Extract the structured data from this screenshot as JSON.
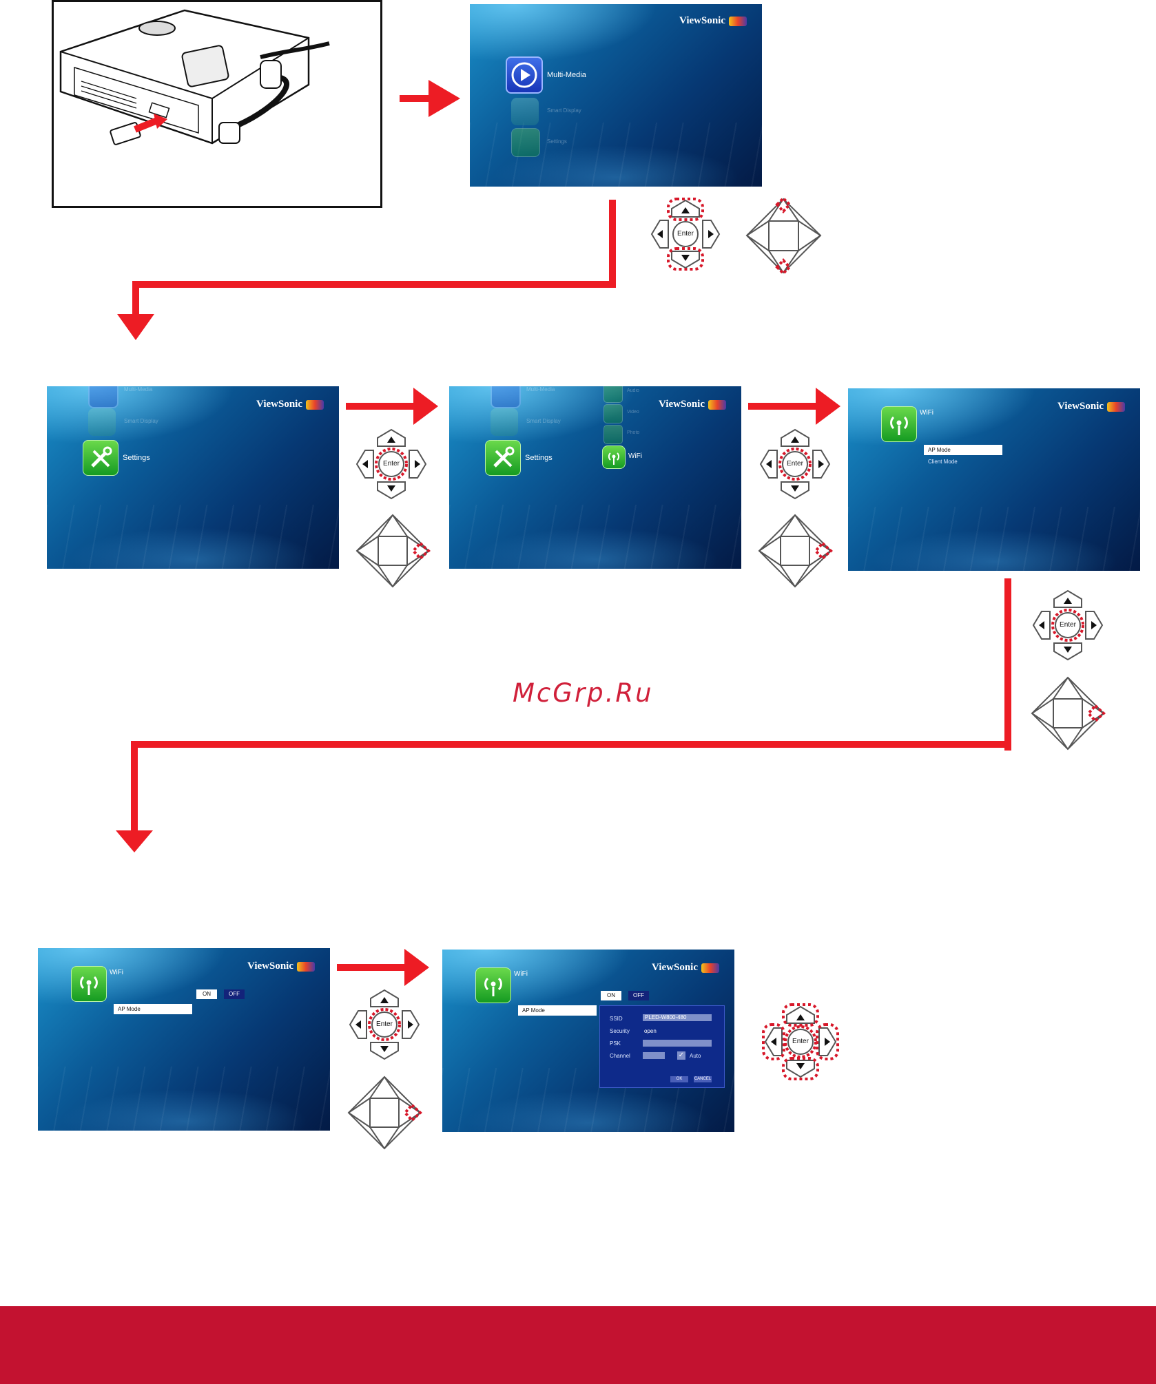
{
  "brand": "ViewSonic",
  "watermark": "McGrp.Ru",
  "remote": {
    "enter_label": "Enter"
  },
  "screens": {
    "s1": {
      "items": [
        "Multi-Media",
        "Smart Display",
        "Settings"
      ]
    },
    "s2": {
      "items": [
        "Multi-Media",
        "Smart Display",
        "Settings"
      ]
    },
    "s3": {
      "items": [
        "Multi-Media",
        "Smart Display",
        "Settings"
      ],
      "sub_items": [
        "Audio",
        "Video",
        "Photo",
        "WiFi"
      ]
    },
    "s4": {
      "title": "WiFi",
      "options": [
        "AP Mode",
        "Client Mode"
      ]
    },
    "s5": {
      "title": "WiFi",
      "mode": "AP Mode",
      "on": "ON",
      "off": "OFF"
    },
    "s6": {
      "title": "WiFi",
      "mode": "AP Mode",
      "on": "ON",
      "off": "OFF",
      "ssid_label": "SSID",
      "ssid_value": "PLED-W800-480",
      "security_label": "Security",
      "security_value": "open",
      "psk_label": "PSK",
      "channel_label": "Channel",
      "auto_label": "Auto",
      "ok": "OK",
      "cancel": "CANCEL"
    }
  },
  "colors": {
    "arrow": "#ed1c24",
    "footer": "#c31230",
    "highlight": "#d7182a"
  }
}
